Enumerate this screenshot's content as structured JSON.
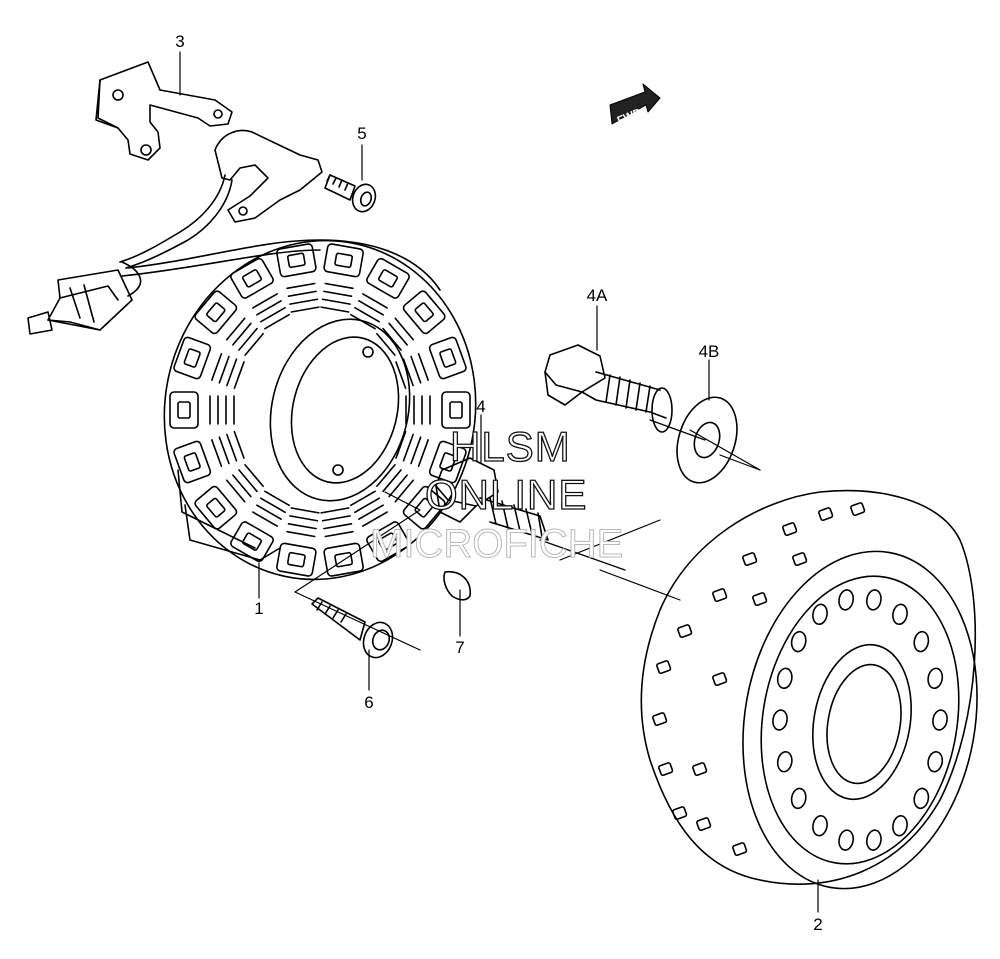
{
  "watermark": {
    "line1": "HLSM",
    "line2": "ONLINE",
    "line3": "MICROFICHE"
  },
  "direction_arrow": {
    "label": "FWD"
  },
  "parts": [
    {
      "id": "stator",
      "ref": "1"
    },
    {
      "id": "rotor",
      "ref": "2"
    },
    {
      "id": "bracket",
      "ref": "3"
    },
    {
      "id": "bolt",
      "ref": "4"
    },
    {
      "id": "bolt-a",
      "ref": "4A"
    },
    {
      "id": "washer-b",
      "ref": "4B"
    },
    {
      "id": "screw-5",
      "ref": "5"
    },
    {
      "id": "screw-6",
      "ref": "6"
    },
    {
      "id": "key",
      "ref": "7"
    }
  ]
}
